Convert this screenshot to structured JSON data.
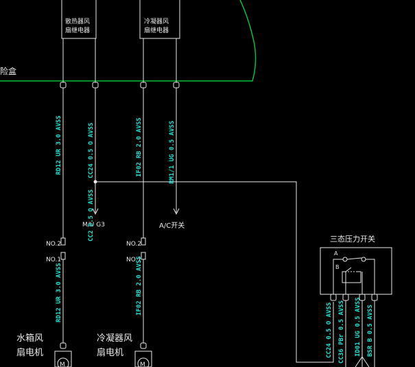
{
  "boundary": {
    "label": "险盒",
    "color": "#00c040"
  },
  "relays": [
    {
      "id": "r1",
      "label_line1": "散热器风",
      "label_line2": "扇继电器"
    },
    {
      "id": "r2",
      "label_line1": "冷凝器风",
      "label_line2": "扇继电器"
    }
  ],
  "wires": [
    {
      "id": "w1",
      "code": "RD12 UR 3.0 AVSS"
    },
    {
      "id": "w2",
      "code": "CC24 0.5 O AVSS"
    },
    {
      "id": "w3",
      "code": "IF02 RB 2.0 AVSS"
    },
    {
      "id": "w4",
      "code": "RM1/1 UG 0.5 AVSS"
    },
    {
      "id": "w5",
      "code": "CC2 0.5 O AVSS"
    },
    {
      "id": "w6",
      "code": "RD12 UR 3.0 AVSS"
    },
    {
      "id": "w7",
      "code": "IF02 RB 2.0 AVSS"
    },
    {
      "id": "w8",
      "code": "CC24 0.5 O AVSS"
    },
    {
      "id": "w9",
      "code": "CC36 PBr 0.5 AVSS"
    },
    {
      "id": "w10",
      "code": "ID01 UG 0.5 AVSS"
    },
    {
      "id": "w11",
      "code": "BSR B 0.5 AVSS"
    }
  ],
  "destinations": {
    "ecu": "M/U G3",
    "ac": "A/C开关"
  },
  "connectors": {
    "no2": "NO.2",
    "no1": "NO.1"
  },
  "pressure_switch": {
    "title": "三态压力开关",
    "pin_a": "A",
    "pin_b": "B"
  },
  "motors": [
    {
      "id": "m1",
      "label_line1": "水箱风",
      "label_line2": "扇电机",
      "symbol": "M"
    },
    {
      "id": "m2",
      "label_line1": "冷凝器风",
      "label_line2": "扇电机",
      "symbol": "M"
    }
  ],
  "colors": {
    "wire": "#e8e8e8",
    "wire_label": "#20e0d0",
    "background": "#000000"
  }
}
